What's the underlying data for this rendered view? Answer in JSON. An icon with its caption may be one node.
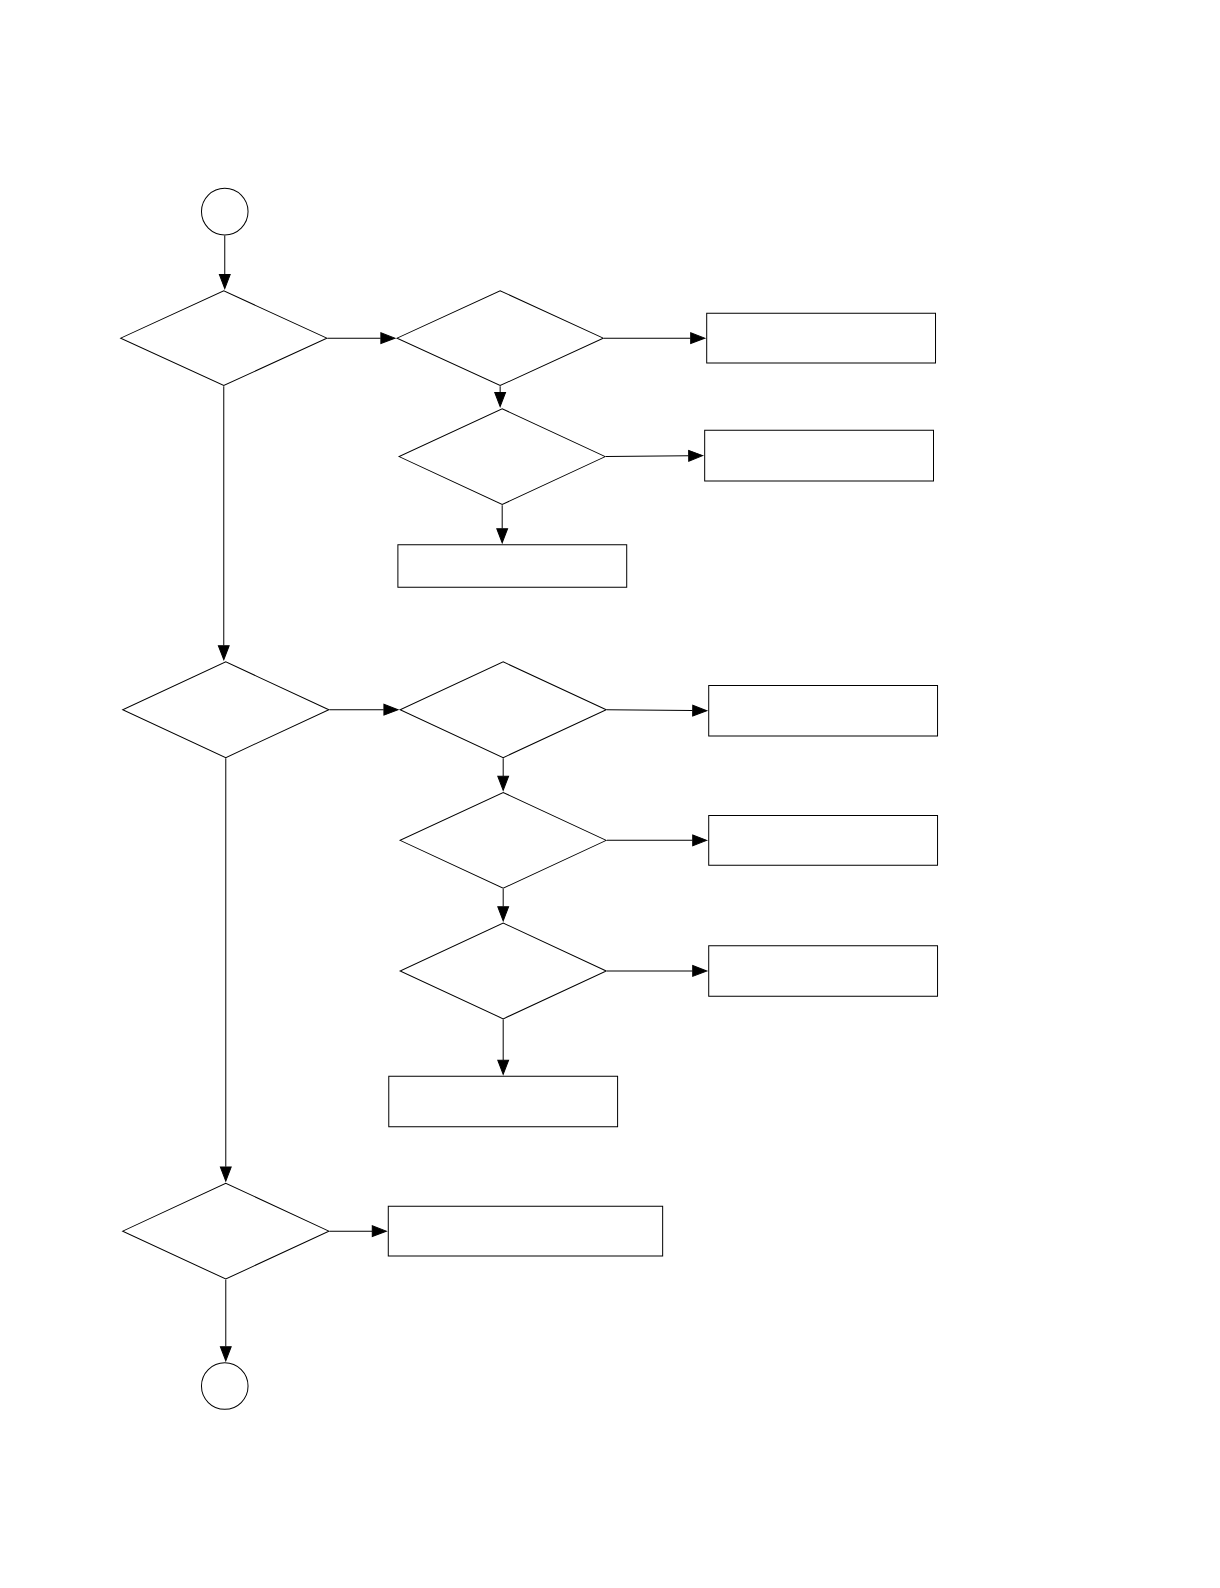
{
  "diagram": {
    "nodes": [
      {
        "text": [],
        "shape": "circle"
      },
      {
        "text": [],
        "shape": "diamond"
      },
      {
        "text": [],
        "shape": "diamond"
      },
      {
        "text": [],
        "shape": "box"
      },
      {
        "text": [],
        "shape": "diamond"
      },
      {
        "text": [],
        "shape": "box"
      },
      {
        "text": [],
        "shape": "box"
      },
      {
        "text": [],
        "shape": "diamond"
      },
      {
        "text": [],
        "shape": "diamond"
      },
      {
        "text": [],
        "shape": "box"
      },
      {
        "text": [],
        "shape": "diamond"
      },
      {
        "text": [],
        "shape": "box"
      },
      {
        "text": [],
        "shape": "diamond"
      },
      {
        "text": [],
        "shape": "box"
      },
      {
        "text": [],
        "shape": "box"
      },
      {
        "text": [],
        "shape": "diamond"
      },
      {
        "text": [],
        "shape": "box"
      },
      {
        "text": [],
        "shape": "circle"
      }
    ],
    "edges": [
      {
        "from": 0,
        "to": 1,
        "arrow": "to"
      },
      {
        "from": 1,
        "to": 2,
        "arrow": "to"
      },
      {
        "from": 2,
        "to": 3,
        "arrow": "to"
      },
      {
        "from": 2,
        "to": 4,
        "arrow": "to"
      },
      {
        "from": 4,
        "to": 5,
        "arrow": "to"
      },
      {
        "from": 4,
        "to": 6,
        "arrow": "to"
      },
      {
        "from": 1,
        "to": 7,
        "arrow": "to"
      },
      {
        "from": 7,
        "to": 8,
        "arrow": "to"
      },
      {
        "from": 8,
        "to": 9,
        "arrow": "to"
      },
      {
        "from": 8,
        "to": 10,
        "arrow": "to"
      },
      {
        "from": 10,
        "to": 11,
        "arrow": "to"
      },
      {
        "from": 10,
        "to": 12,
        "arrow": "to"
      },
      {
        "from": 12,
        "to": 13,
        "arrow": "to"
      },
      {
        "from": 12,
        "to": 14,
        "arrow": "to"
      },
      {
        "from": 7,
        "to": 15,
        "arrow": "to"
      },
      {
        "from": 15,
        "to": 16,
        "arrow": "to"
      },
      {
        "from": 15,
        "to": 17,
        "arrow": "to"
      }
    ]
  }
}
